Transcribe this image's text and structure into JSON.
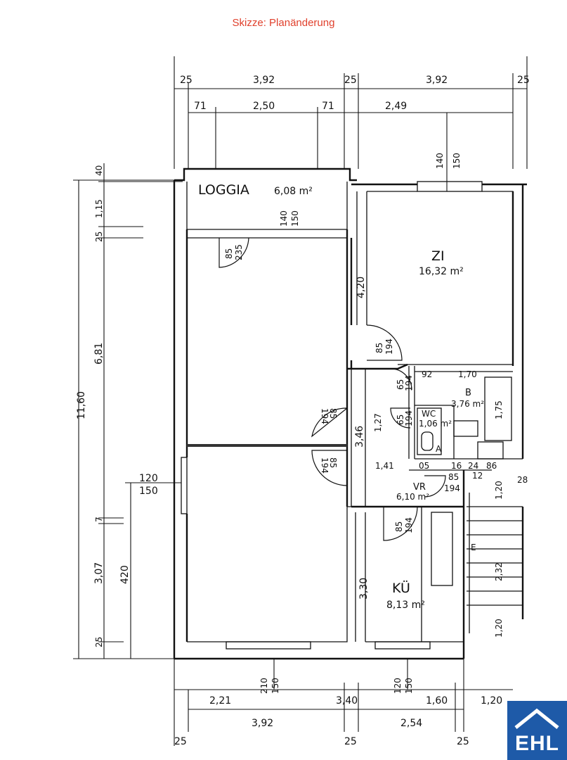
{
  "caption": "Skizze: Planänderung",
  "rooms": {
    "loggia": {
      "name": "LOGGIA",
      "area": "6,08 m²"
    },
    "zi": {
      "name": "ZI",
      "area": "16,32 m²"
    },
    "b": {
      "name": "B",
      "area": "3,76 m²"
    },
    "wc": {
      "name": "WC",
      "area": "1,06 m²"
    },
    "vr": {
      "name": "VR",
      "area": "6,10 m²"
    },
    "ku": {
      "name": "KÜ",
      "area": "8,13 m²"
    }
  },
  "dims": {
    "top1": [
      "25",
      "3,92",
      "25",
      "3,92",
      "25"
    ],
    "top2": [
      "71",
      "2,50",
      "71",
      "2,49"
    ],
    "zi_window": [
      "140",
      "150"
    ],
    "loggia_window": [
      "140",
      "150"
    ],
    "left_outer": "11,60",
    "left_inner": [
      "40",
      "1,15",
      "25",
      "6,81",
      "7",
      "3,07",
      "25"
    ],
    "left_window": [
      "120",
      "150"
    ],
    "left_420": "420",
    "zi_height": "4,20",
    "door_zi": [
      "85",
      "194"
    ],
    "door_loggia": [
      "85",
      "235"
    ],
    "door_b": [
      "65",
      "194"
    ],
    "door_wc": [
      "65",
      "194"
    ],
    "door_left1": [
      "85",
      "194"
    ],
    "door_left2": [
      "85",
      "194"
    ],
    "door_vr": [
      "85",
      "194"
    ],
    "door_ku": [
      "85",
      "194"
    ],
    "b_dims": [
      "92",
      "1,70",
      "1,75"
    ],
    "corridor": [
      "1,27",
      "3,46",
      "1,41",
      "05",
      "16",
      "24",
      "86"
    ],
    "ku_height": "3,30",
    "right_dims": [
      "1,20",
      "2,32",
      "1,20",
      "28",
      "12"
    ],
    "bottom_win_left": [
      "210",
      "150"
    ],
    "bottom_win_right": [
      "120",
      "150"
    ],
    "bottom1": [
      "2,21",
      "3,40",
      "1,60",
      "1,20"
    ],
    "bottom2": [
      "3,92",
      "2,54"
    ],
    "bottom3": [
      "25",
      "25",
      "25"
    ],
    "markers": [
      "E",
      "A"
    ]
  },
  "logo": {
    "text": "EHL",
    "color": "#1e5aa8"
  },
  "caption_color": "#e0402c"
}
